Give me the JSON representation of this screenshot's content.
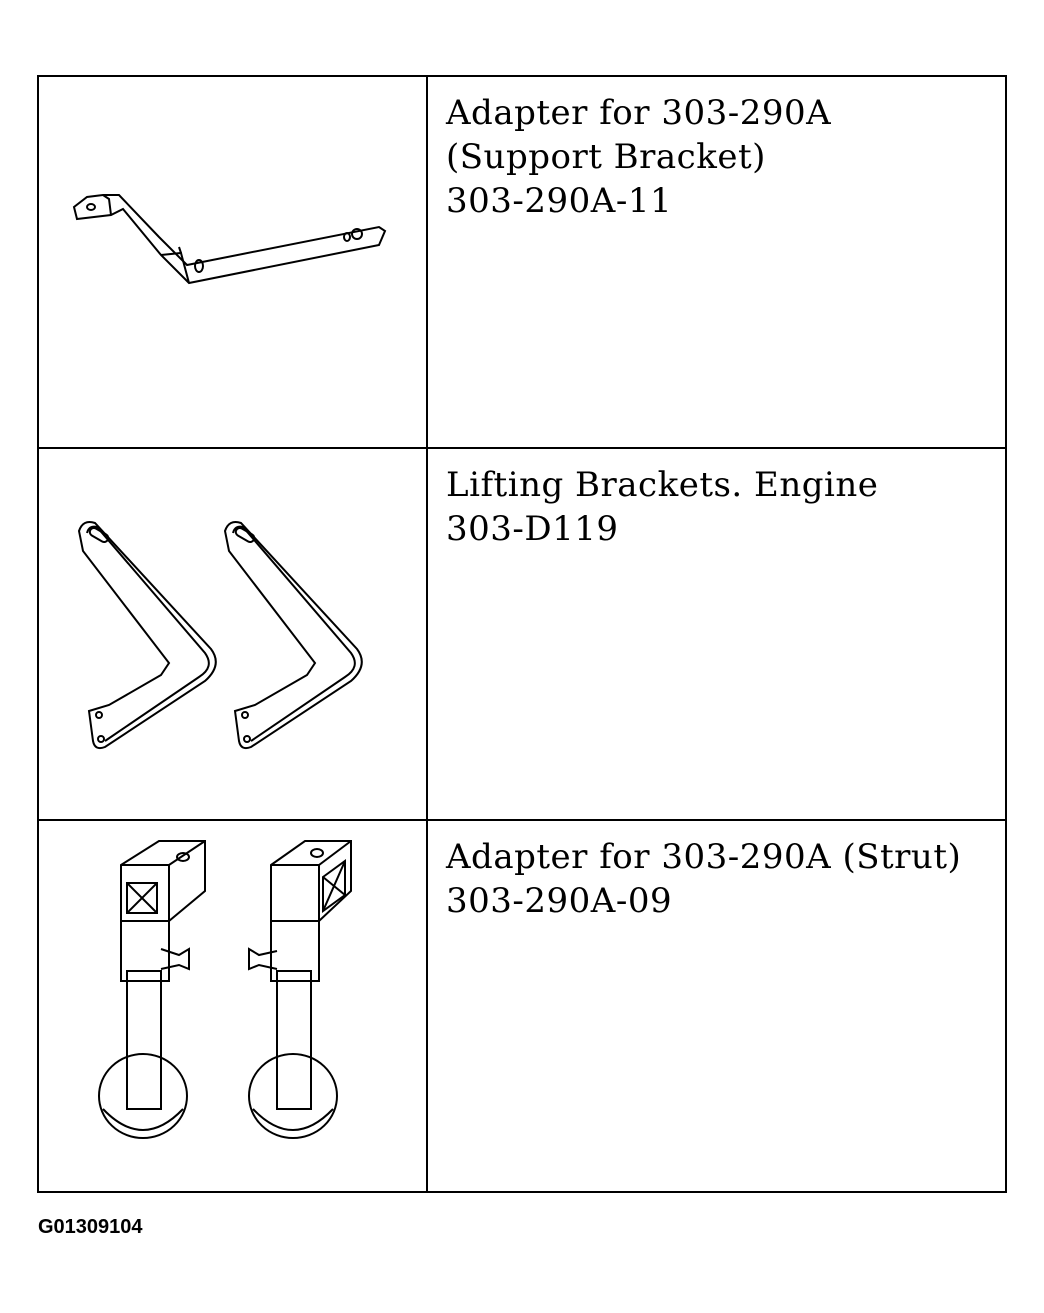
{
  "tools": [
    {
      "name": "Adapter for 303-290A (Support Bracket)",
      "part_number": "303-290A-11",
      "icon": "support-bracket-icon"
    },
    {
      "name": "Lifting Brackets. Engine",
      "part_number": "303-D119",
      "icon": "lifting-brackets-icon"
    },
    {
      "name": "Adapter for 303-290A (Strut)",
      "part_number": "303-290A-09",
      "icon": "strut-adapter-icon"
    }
  ],
  "figure_code": "G01309104"
}
